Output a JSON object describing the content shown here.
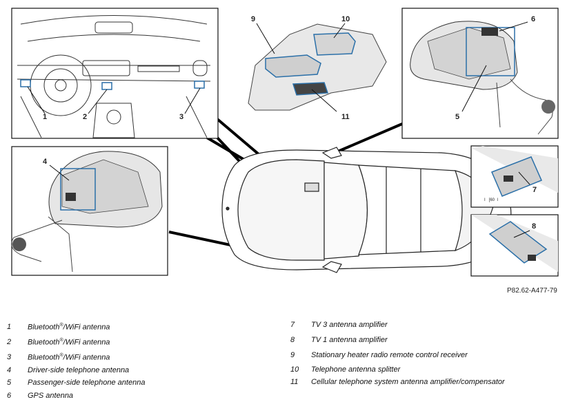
{
  "figure": {
    "reference": "P82.62-A477-79",
    "callouts": [
      "1",
      "2",
      "3",
      "4",
      "5",
      "6",
      "7",
      "8",
      "9",
      "10",
      "11"
    ],
    "marker_text": "I   [60  I"
  },
  "legend": [
    {
      "num": "1",
      "text_pre": "Bluetooth",
      "sup": "®",
      "text_post": "/WiFi antenna"
    },
    {
      "num": "2",
      "text_pre": "Bluetooth",
      "sup": "®",
      "text_post": "/WiFi antenna"
    },
    {
      "num": "3",
      "text_pre": "Bluetooth",
      "sup": "®",
      "text_post": "/WiFi antenna"
    },
    {
      "num": "4",
      "text": "Driver-side telephone antenna"
    },
    {
      "num": "5",
      "text": "Passenger-side telephone antenna"
    },
    {
      "num": "6",
      "text": "GPS antenna"
    },
    {
      "num": "7",
      "text": "TV 3 antenna amplifier"
    },
    {
      "num": "8",
      "text": "TV 1 antenna amplifier"
    },
    {
      "num": "9",
      "text": "Stationary heater radio remote control receiver"
    },
    {
      "num": "10",
      "text": "Telephone antenna splitter"
    },
    {
      "num": "11",
      "text": "Cellular telephone system antenna amplifier/compensator"
    }
  ],
  "colors": {
    "highlight": "#2a6fa8",
    "line": "#111111",
    "panel": "#ffffff",
    "shade": "#dcdcdc"
  }
}
